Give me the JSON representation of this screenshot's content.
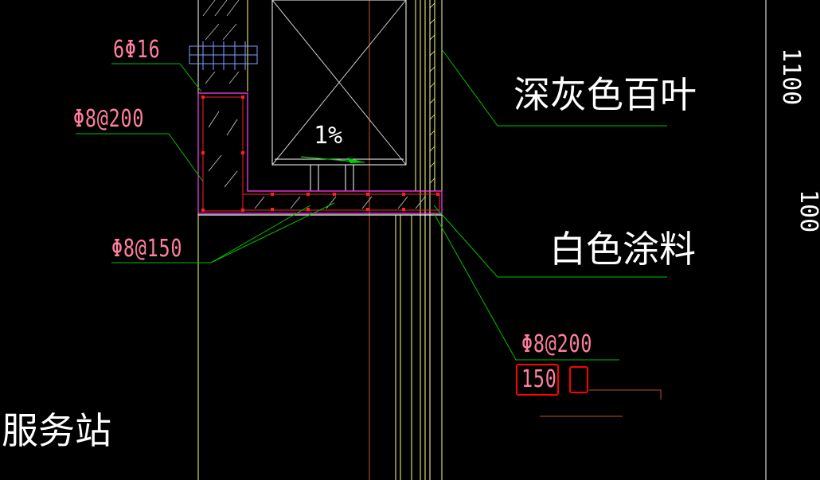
{
  "labels": {
    "rebar_top": "6Φ16",
    "rebar_stirrup": "Φ8@200",
    "rebar_slab": "Φ8@150",
    "rebar_right": "Φ8@200",
    "slope": "1%",
    "louver": "深灰色百叶",
    "coating": "白色涂料",
    "station": "服务站",
    "dim_selected": "150",
    "dim_cursor": "",
    "dim_right_top": "1100",
    "dim_right_mid": "100"
  },
  "colors": {
    "background": "#000000",
    "leader_green": "#00c000",
    "rebar_text_pink": "#ff7f9f",
    "wall_yellow": "#ffff80",
    "structure_magenta": "#ff40ff",
    "rebar_red": "#ff2020",
    "selection_red": "#ff0000",
    "grid_orange": "#e07040",
    "hatch_white": "#d0d0d0"
  }
}
